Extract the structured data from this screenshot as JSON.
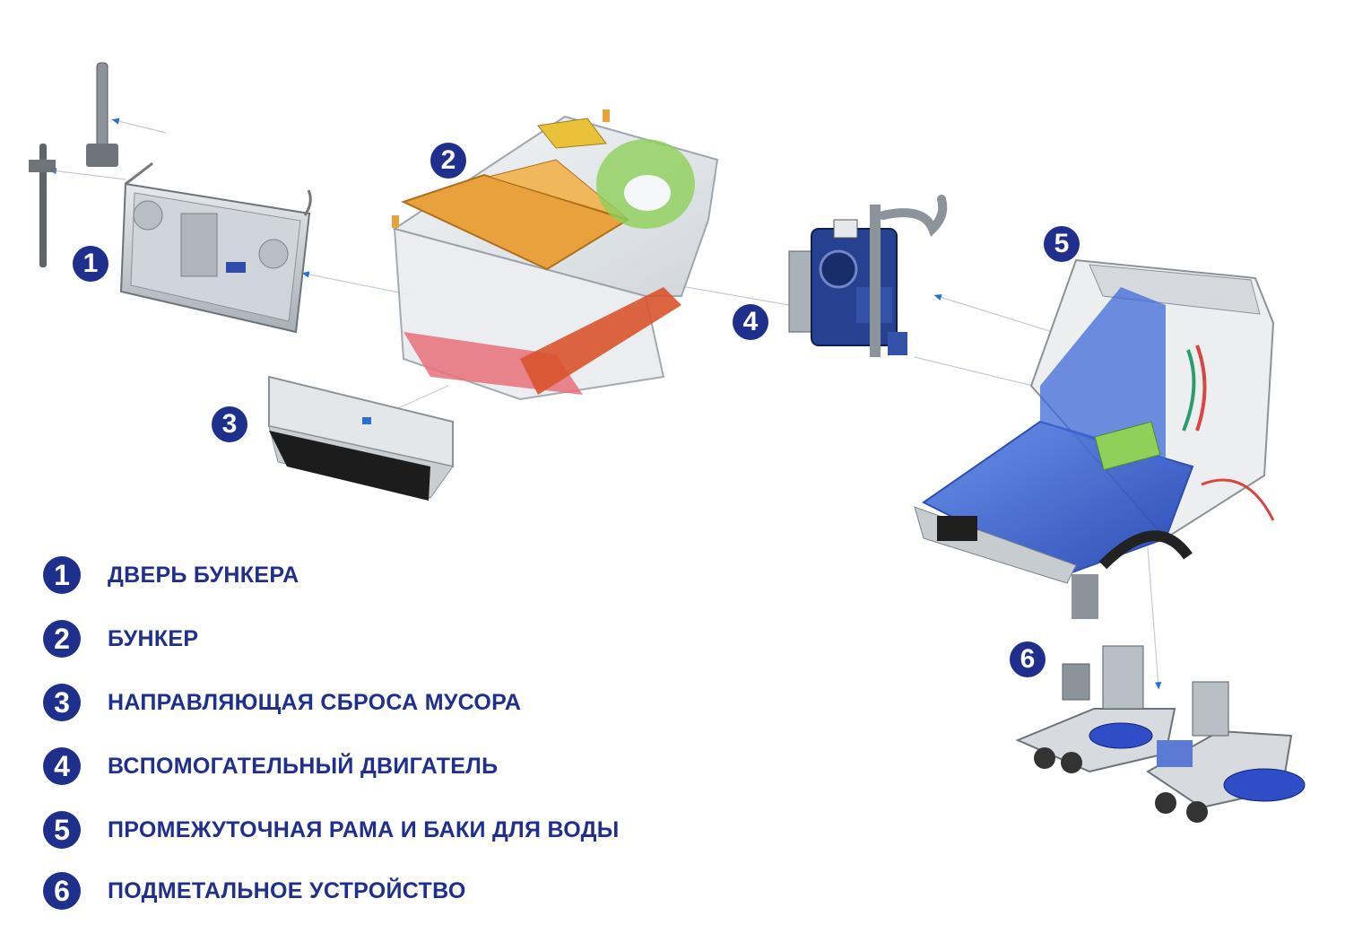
{
  "colors": {
    "accent": "#1f2f8c",
    "frame_blue": "#2f5fd0",
    "tank_orange": "#e8a13c",
    "bin_red": "#d9463f",
    "green_part": "#8fcf5a"
  },
  "callouts": [
    {
      "number": "1",
      "part": "bunker-door"
    },
    {
      "number": "2",
      "part": "bunker"
    },
    {
      "number": "3",
      "part": "debris-guide"
    },
    {
      "number": "4",
      "part": "auxiliary-engine"
    },
    {
      "number": "5",
      "part": "intermediate-frame"
    },
    {
      "number": "6",
      "part": "sweeping-unit"
    }
  ],
  "legend": [
    {
      "number": "1",
      "label": "ДВЕРЬ БУНКЕРА"
    },
    {
      "number": "2",
      "label": "БУНКЕР"
    },
    {
      "number": "3",
      "label": "НАПРАВЛЯЮЩАЯ СБРОСА МУСОРА"
    },
    {
      "number": "4",
      "label": "ВСПОМОГАТЕЛЬНЫЙ ДВИГАТЕЛЬ"
    },
    {
      "number": "5",
      "label": "ПРОМЕЖУТОЧНАЯ РАМА И БАКИ ДЛЯ ВОДЫ"
    },
    {
      "number": "6",
      "label": "ПОДМЕТАЛЬНОЕ УСТРОЙСТВО"
    }
  ]
}
